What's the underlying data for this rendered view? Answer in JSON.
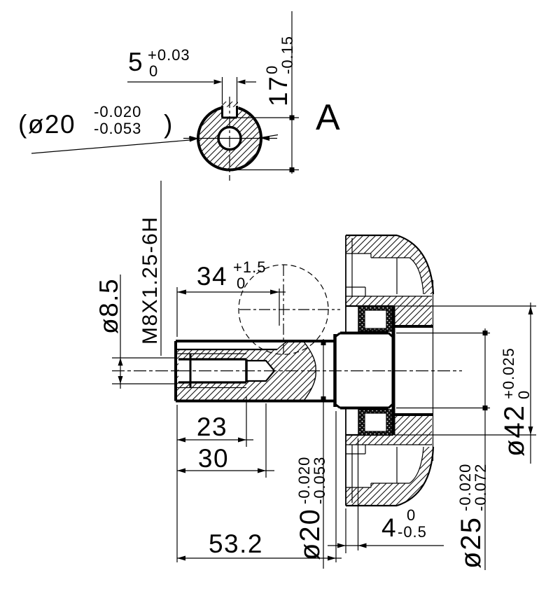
{
  "drawing": {
    "colors": {
      "ink": "#000000",
      "paper": "#ffffff"
    },
    "section_view": {
      "label": "A",
      "key_width": {
        "value": "5",
        "tol_upper": "+0.03",
        "tol_lower": "0"
      },
      "key_height": {
        "value": "17",
        "tol_upper": "0",
        "tol_lower": "-0.15"
      },
      "ref_diameter": {
        "open": "(ø20",
        "tol_upper": "-0.020",
        "tol_lower": "-0.053",
        "close": ")"
      }
    },
    "main_view": {
      "keyway_length": {
        "value": "34",
        "tol_upper": "+1.5",
        "tol_lower": "0"
      },
      "pilot_hole_diameter": {
        "value": "ø8.5"
      },
      "thread_spec": {
        "value": "M8X1.25-6H"
      },
      "thread_depth": {
        "value": "23"
      },
      "hole_depth": {
        "value": "30"
      },
      "shaft_length": {
        "value": "53.2"
      },
      "shaft_diameter": {
        "value": "ø20",
        "tol_upper": "-0.020",
        "tol_lower": "-0.053"
      },
      "recess_depth": {
        "value": "4",
        "tol_upper": "0",
        "tol_lower": "-0.5"
      },
      "seal_diameter": {
        "value": "ø25",
        "tol_upper": "-0.020",
        "tol_lower": "-0.072"
      },
      "bore_diameter": {
        "value": "ø42",
        "tol_upper": "+0.025",
        "tol_lower": "0"
      }
    }
  }
}
